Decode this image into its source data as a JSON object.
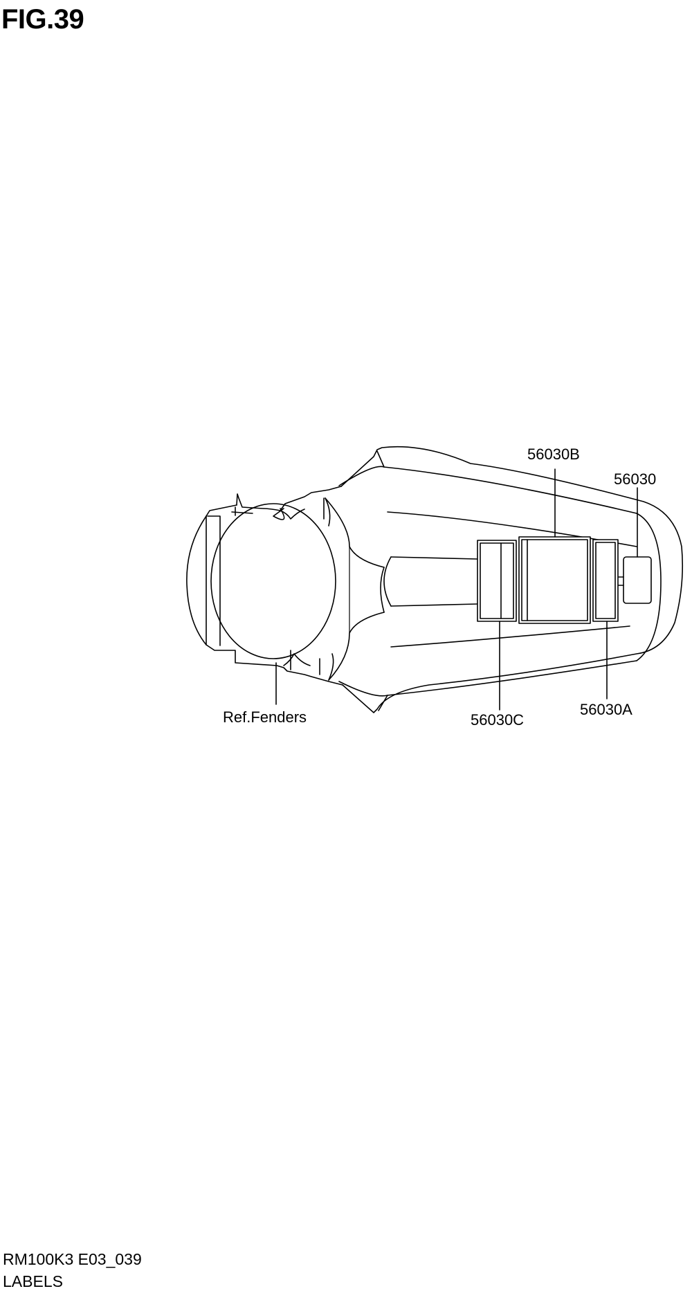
{
  "figure": {
    "title": "FIG.39"
  },
  "callouts": {
    "part_56030b": "56030B",
    "part_56030": "56030",
    "part_56030c": "56030C",
    "part_56030a": "56030A",
    "ref_fenders": "Ref.Fenders"
  },
  "footer": {
    "code": "RM100K3 E03_039",
    "section": "LABELS"
  }
}
